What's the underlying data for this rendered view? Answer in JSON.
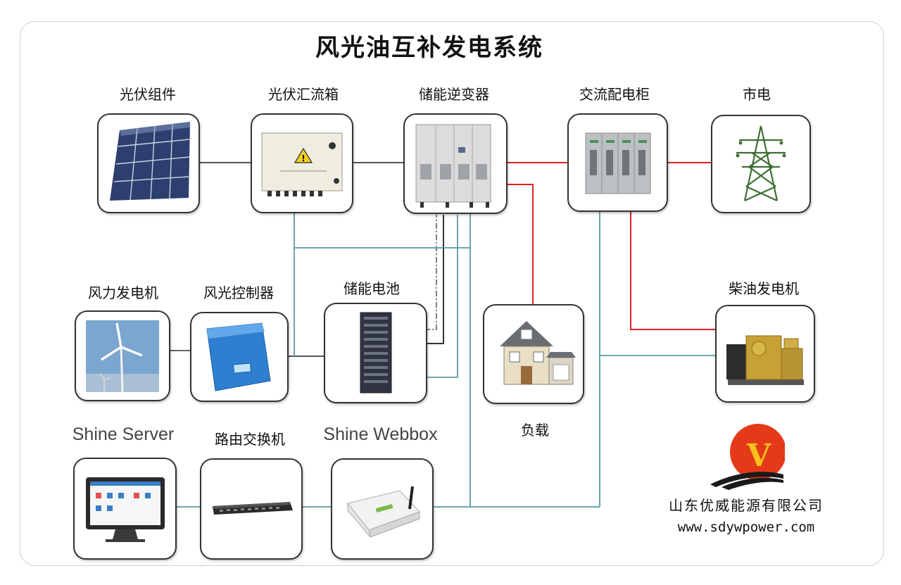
{
  "title": "风光油互补发电系统",
  "components": {
    "pv_module": "光伏组件",
    "pv_combiner": "光伏汇流箱",
    "inverter": "储能逆变器",
    "ac_cabinet": "交流配电柜",
    "grid": "市电",
    "wind_turbine": "风力发电机",
    "controller": "风光控制器",
    "battery": "储能电池",
    "load": "负载",
    "diesel": "柴油发电机",
    "shine_server": "Shine Server",
    "router": "路由交换机",
    "shine_webbox": "Shine Webbox"
  },
  "company": {
    "name": "山东优威能源有限公司",
    "url": "www.sdywpower.com",
    "logo_letter": "V"
  },
  "colors": {
    "ac_line": "#e02020",
    "dc_line": "#555555",
    "comm_line": "#5a9aa8",
    "logo_red": "#e53a1a",
    "logo_yellow": "#f6c21c"
  },
  "icons": [
    "solar-panel-icon",
    "combiner-box-icon",
    "inverter-cabinet-icon",
    "switchgear-icon",
    "power-tower-icon",
    "wind-turbine-icon",
    "controller-icon",
    "battery-rack-icon",
    "house-icon",
    "diesel-generator-icon",
    "monitor-icon",
    "network-switch-icon",
    "webbox-router-icon"
  ]
}
